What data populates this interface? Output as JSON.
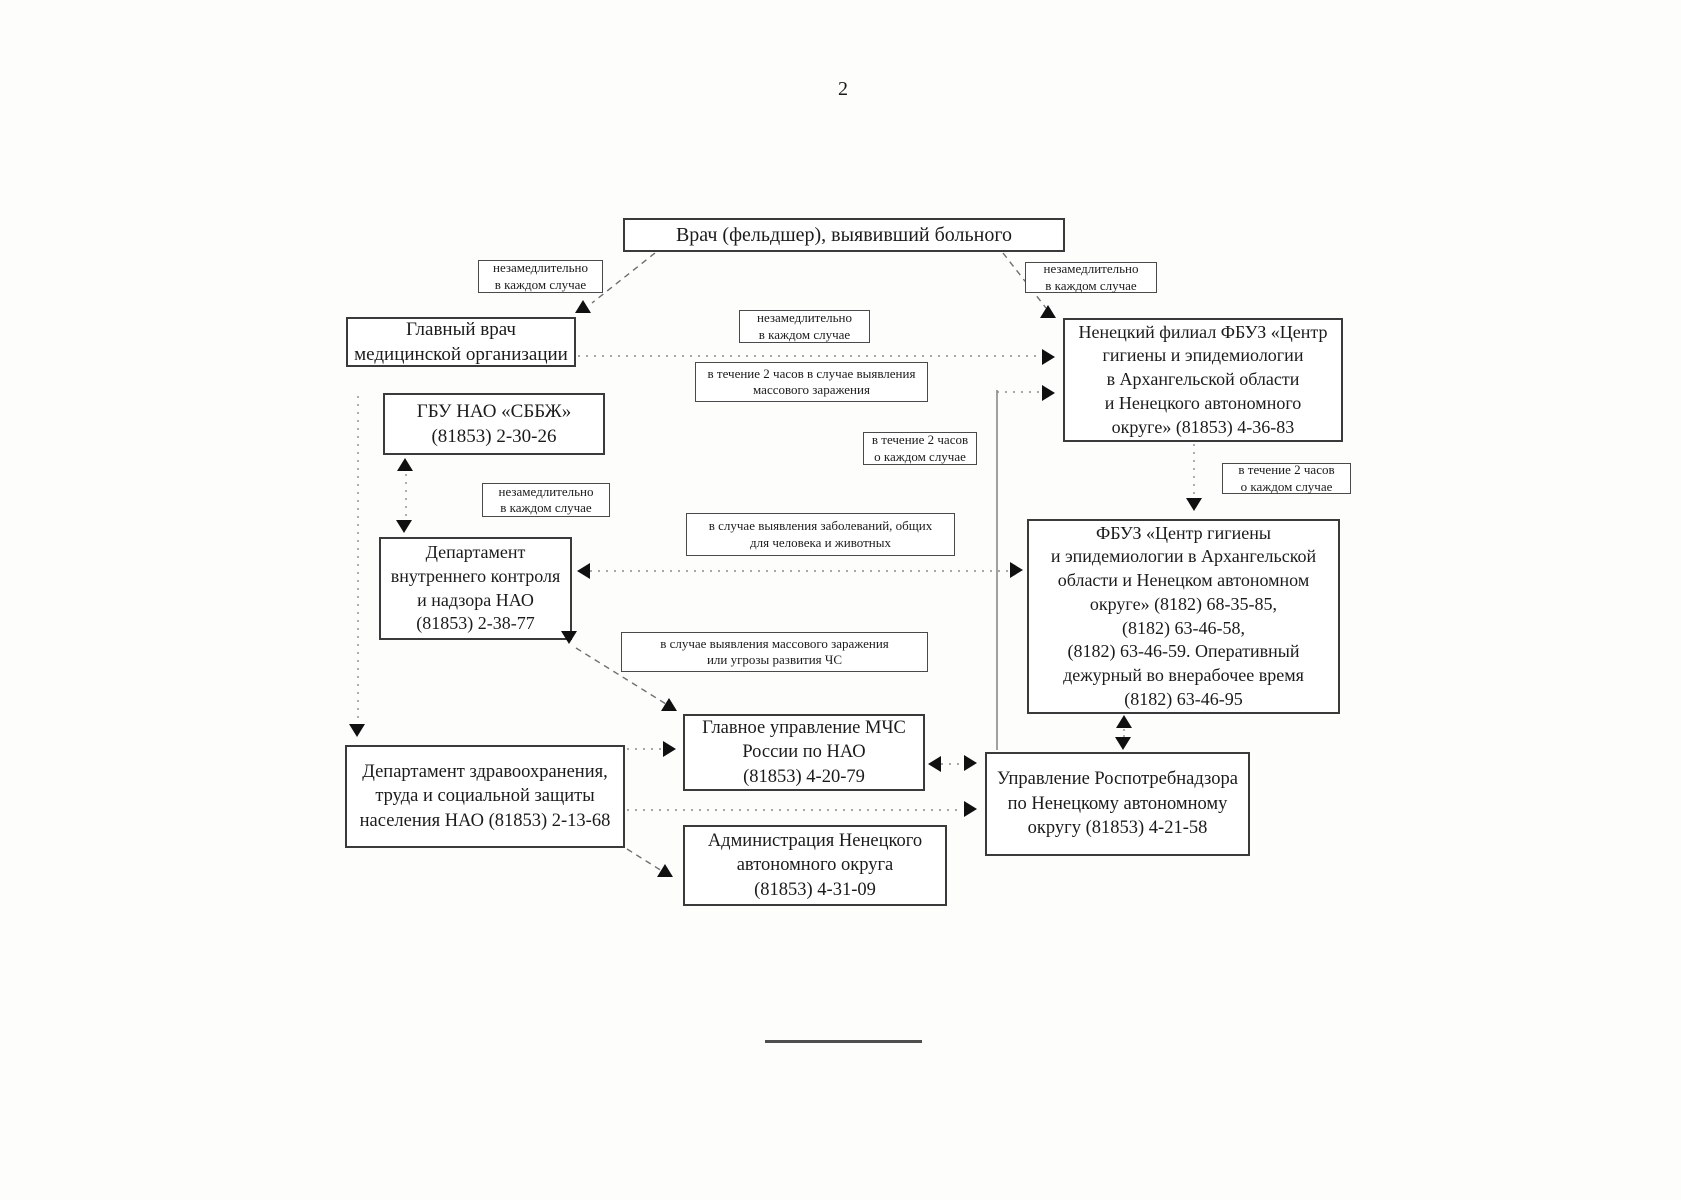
{
  "document": {
    "page_number": "2"
  },
  "colors": {
    "ink": "#1b1b1b",
    "box_border": "#3a3a3a",
    "wire_dotted": "#8c8c8c",
    "wire_dashed": "#6f6f6f",
    "arrow": "#101010"
  },
  "boxes": {
    "doctor": "Врач (фельдшер), выявивший больного",
    "chief_physician": "Главный врач\nмедицинской организации",
    "sbbzh": "ГБУ НАО «СББЖ»\n(81853) 2-30-26",
    "internal_control": "Департамент\nвнутреннего контроля\nи надзора НАО\n(81853) 2-38-77",
    "health_dept": "Департамент здравоохранения,\nтруда и социальной защиты\nнаселения НАО (81853) 2-13-68",
    "mchs": "Главное управление МЧС\nРоссии по НАО\n(81853) 4-20-79",
    "administration": "Администрация Ненецкого\nавтономного округа\n(81853) 4-31-09",
    "nenets_branch": "Ненецкий филиал ФБУЗ «Центр\nгигиены и эпидемиологии\nв Архангельской области\nи Ненецкого автономного\nокруге» (81853) 4-36-83",
    "fbuz_center": "ФБУЗ «Центр гигиены\nи эпидемиологии в Архангельской\nобласти и Ненецком автономном\nокруге» (8182) 68-35-85,\n(8182) 63-46-58,\n(8182) 63-46-59. Оперативный\nдежурный во внерабочее время\n(8182) 63-46-95",
    "rospotrebnadzor": "Управление Роспотребнадзора\nпо Ненецкому автономному\nокругу (81853) 4-21-58"
  },
  "labels": {
    "immediately_top_left": "незамедлительно\nв каждом случае",
    "immediately_center": "незамедлительно\nв каждом случае",
    "immediately_top_right": "незамедлительно\nв каждом случае",
    "immediately_mid_left": "незамедлительно\nв каждом случае",
    "within_2h_mass": "в течение 2 часов в случае выявления\nмассового заражения",
    "within_2h_each_center": "в течение 2 часов\nо каждом случае",
    "within_2h_each_right": "в течение 2 часов\nо каждом случае",
    "zoonotic_case": "в случае выявления заболеваний, общих\nдля человека и животных",
    "mass_or_emergency": "в случае выявления массового заражения\nили угрозы развития ЧС"
  }
}
